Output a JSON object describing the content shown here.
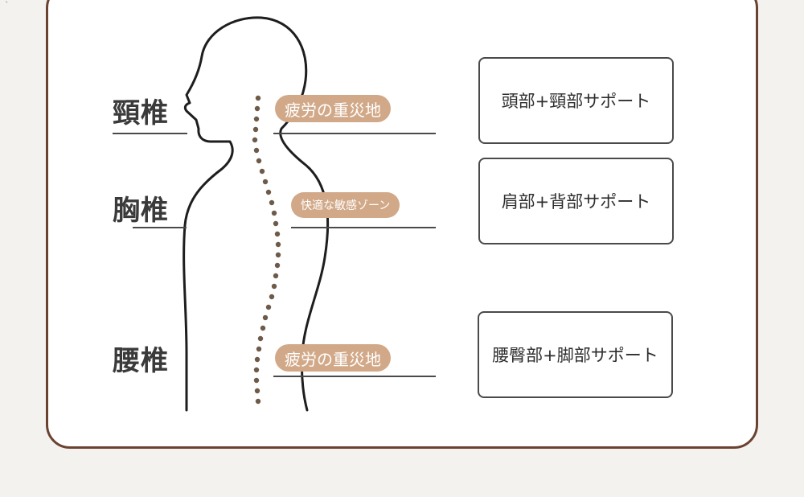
{
  "corner_mark": "`",
  "regions": {
    "cervical": "頸椎",
    "thoracic": "胸椎",
    "lumbar": "腰椎"
  },
  "tags": {
    "cervical": "疲労の重災地",
    "thoracic": "快適な敏感ゾーン",
    "lumbar": "疲労の重災地"
  },
  "supports": {
    "head_neck": "頭部+頸部サポート",
    "shoulder_back": "肩部+背部サポート",
    "waist_hip_leg": "腰臀部+脚部サポート"
  },
  "colors": {
    "frame": "#6b4230",
    "tag": "#d2a988",
    "spine_dots": "#6e5a48",
    "label": "#3a3a3a"
  }
}
